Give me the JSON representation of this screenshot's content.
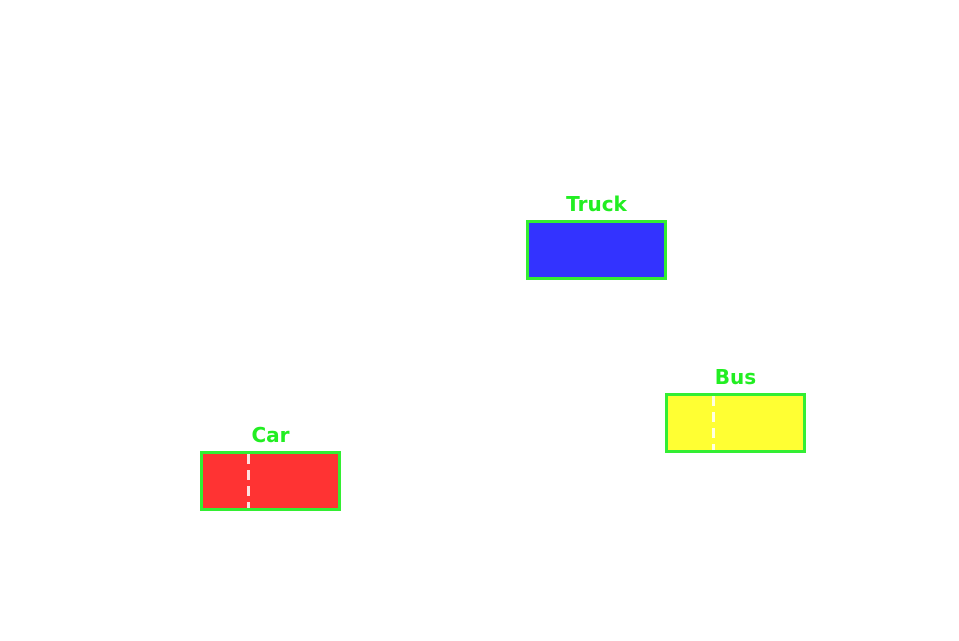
{
  "vehicles": {
    "truck": {
      "label": "Truck",
      "fill_color": "#3333ff",
      "border_color": "#33ee33",
      "label_color": "#22ee22",
      "has_dash": false
    },
    "bus": {
      "label": "Bus",
      "fill_color": "#ffff33",
      "border_color": "#33ee33",
      "label_color": "#22ee22",
      "has_dash": true
    },
    "car": {
      "label": "Car",
      "fill_color": "#ff3333",
      "border_color": "#33ee33",
      "label_color": "#22ee22",
      "has_dash": true
    }
  }
}
